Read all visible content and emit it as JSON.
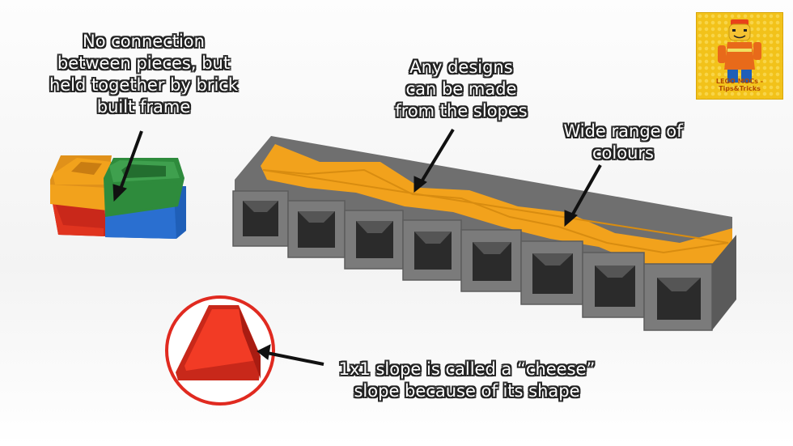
{
  "annotations": {
    "no_connection": [
      "No connection",
      "between pieces, but",
      "held together by brick",
      "built frame"
    ],
    "any_designs": [
      "Any designs",
      "can be made",
      "from the slopes"
    ],
    "wide_range": [
      "Wide range of",
      "colours"
    ],
    "cheese_slope": [
      "1x1 slope is called a “cheese”",
      "slope because of its shape"
    ]
  },
  "logo": {
    "text": "LEGO MOCs - Tips&Tricks",
    "icon": "lego-minifigure-icon"
  },
  "colors": {
    "orange": "#f2a21c",
    "grey": "#6e6e6e",
    "red": "#e0341f",
    "green": "#2e8b3c",
    "blue": "#1f5fb8",
    "yellow_logo": "#f2c21a"
  }
}
